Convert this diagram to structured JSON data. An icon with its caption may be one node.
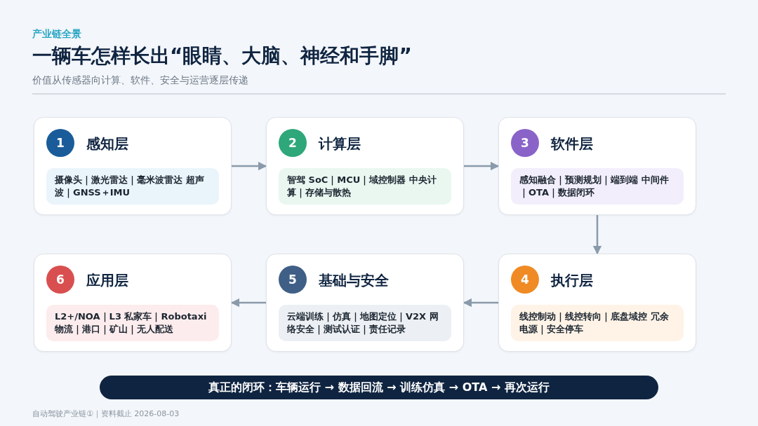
{
  "diagram": {
    "title": "一辆车怎样长出“眼睛、大脑、神经和手脚”",
    "nodes": [
      {
        "text": [
          "1",
          "感知层",
          "摄像头｜激光雷达｜毫米波雷达 超声波｜GNSS＋IMU"
        ]
      },
      {
        "text": [
          "2",
          "计算层",
          "智驾 SoC｜MCU｜域控制器 中央计算｜存储与散热"
        ]
      },
      {
        "text": [
          "3",
          "软件层",
          "感知融合｜预测规划｜端到端 中间件｜OTA｜数据闭环"
        ]
      },
      {
        "text": [
          "4",
          "执行层",
          "线控制动｜线控转向｜底盘域控 冗余电源｜安全停车"
        ]
      },
      {
        "text": [
          "5",
          "基础与安全",
          "云端训练｜仿真｜地图定位｜V2X 网络安全｜测试认证｜责任记录"
        ]
      },
      {
        "text": [
          "6",
          "应用层",
          "L2+/NOA｜L3 私家车｜Robotaxi 物流｜港口｜矿山｜无人配送"
        ]
      },
      {
        "text": [
          "真正的闭环：车辆运行 → 数据回流 → 训练仿真 → OTA → 再次运行"
        ]
      }
    ],
    "edges": [
      {
        "from": 0,
        "to": 1,
        "arrow": "to"
      },
      {
        "from": 1,
        "to": 2,
        "arrow": "to"
      },
      {
        "from": 2,
        "to": 3,
        "arrow": "to"
      },
      {
        "from": 3,
        "to": 4,
        "arrow": "to"
      },
      {
        "from": 4,
        "to": 5,
        "arrow": "to"
      }
    ],
    "labels": [
      "产业链全景",
      "价值从传感器向计算、软件、安全与运营逐层传递",
      "自动驾驶产业链①｜资料截止 2026-08-03"
    ]
  }
}
